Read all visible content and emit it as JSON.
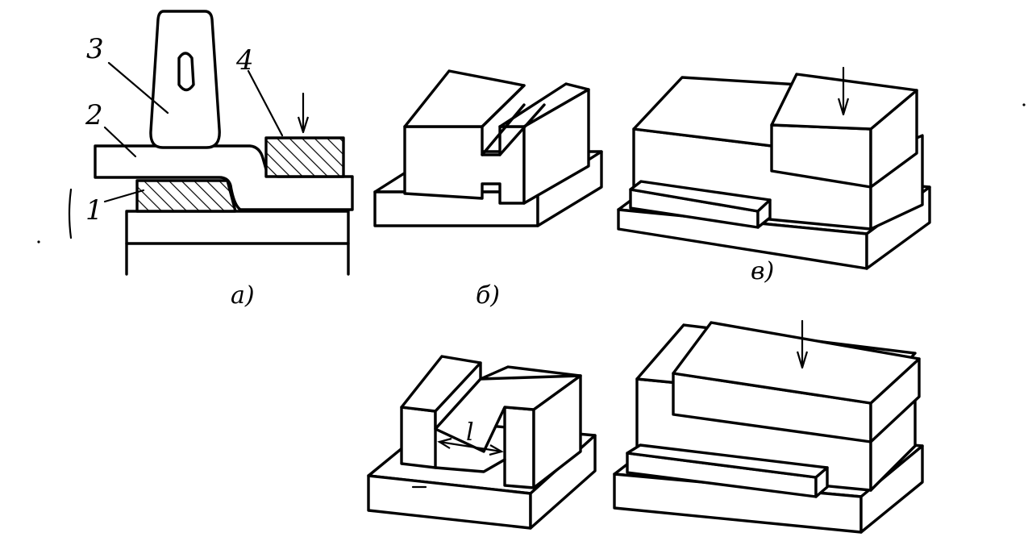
{
  "labels": {
    "part1": "1",
    "part2": "2",
    "part3": "3",
    "part4": "4",
    "caption_a": "а)",
    "caption_b": "б)",
    "caption_v": "в)",
    "dimension_l": "l"
  },
  "colors": {
    "ink": "#000000",
    "paper": "#ffffff"
  }
}
